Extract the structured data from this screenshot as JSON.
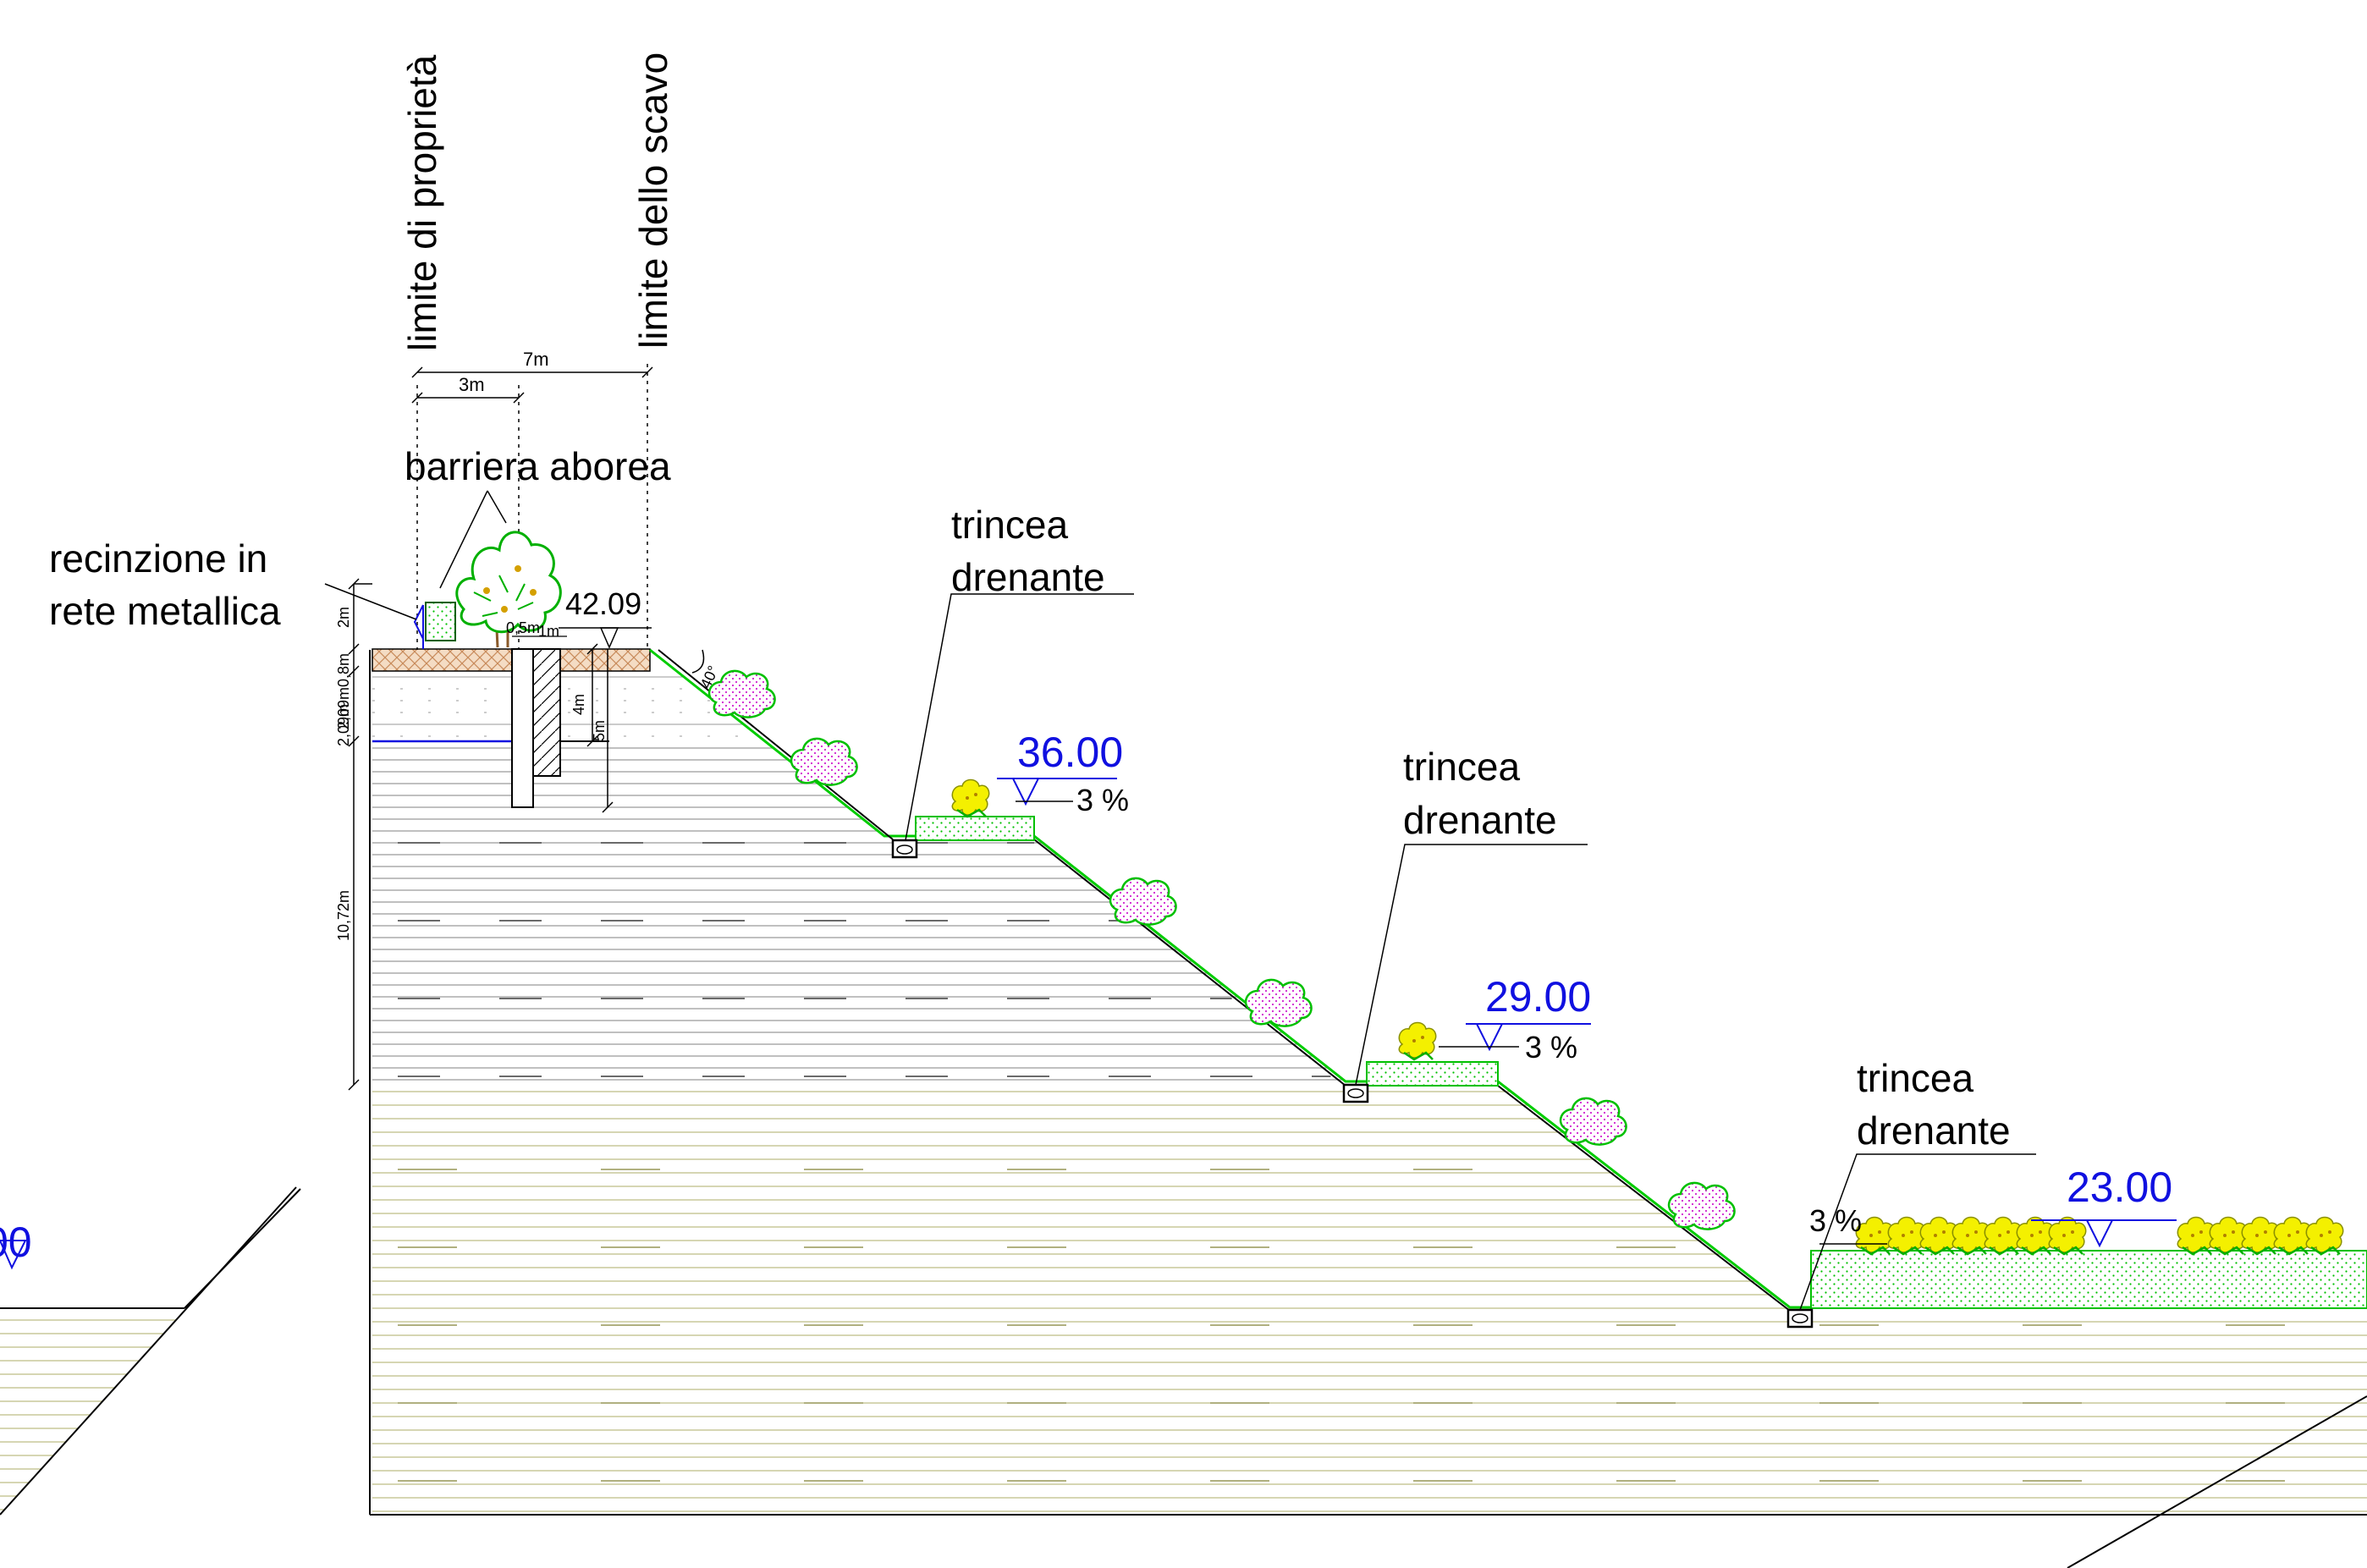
{
  "labels": {
    "limite_proprieta": "limite di proprietà",
    "limite_scavo": "limite dello scavo",
    "barriera": "barriera aborea",
    "recinzione_1": "recinzione in",
    "recinzione_2": "rete metallica",
    "trincea_1": "trincea",
    "trincea_2": "drenante"
  },
  "dimensions": {
    "width_7m": "7m",
    "width_3m": "3m",
    "fence_height": "2m",
    "top_layer": "0,8m",
    "layer_2": "2,09m",
    "layer_3": "2,09m",
    "lower_layer": "10,72m",
    "wall_05": "0,5m",
    "wall_1": "1m",
    "depth_4m": "4m",
    "depth_5m": "5m",
    "angle": "40°"
  },
  "elevations": {
    "top": "42.09",
    "bench1": "36.00",
    "bench2": "29.00",
    "bench3": "23.00",
    "left_partial": "00"
  },
  "slopes": {
    "s1": "3 %",
    "s2": "3 %",
    "s3": "3 %"
  },
  "colors": {
    "elevation_text": "#1010e0",
    "slope_line": "#00cc00",
    "clay_stripe": "#c8c89a",
    "water_line": "#1010e0",
    "shrub_outline": "#00c000",
    "shrub_dots": "#d020d0",
    "flower_fill": "#f0f000",
    "top_soil": "#e8c8a8"
  }
}
